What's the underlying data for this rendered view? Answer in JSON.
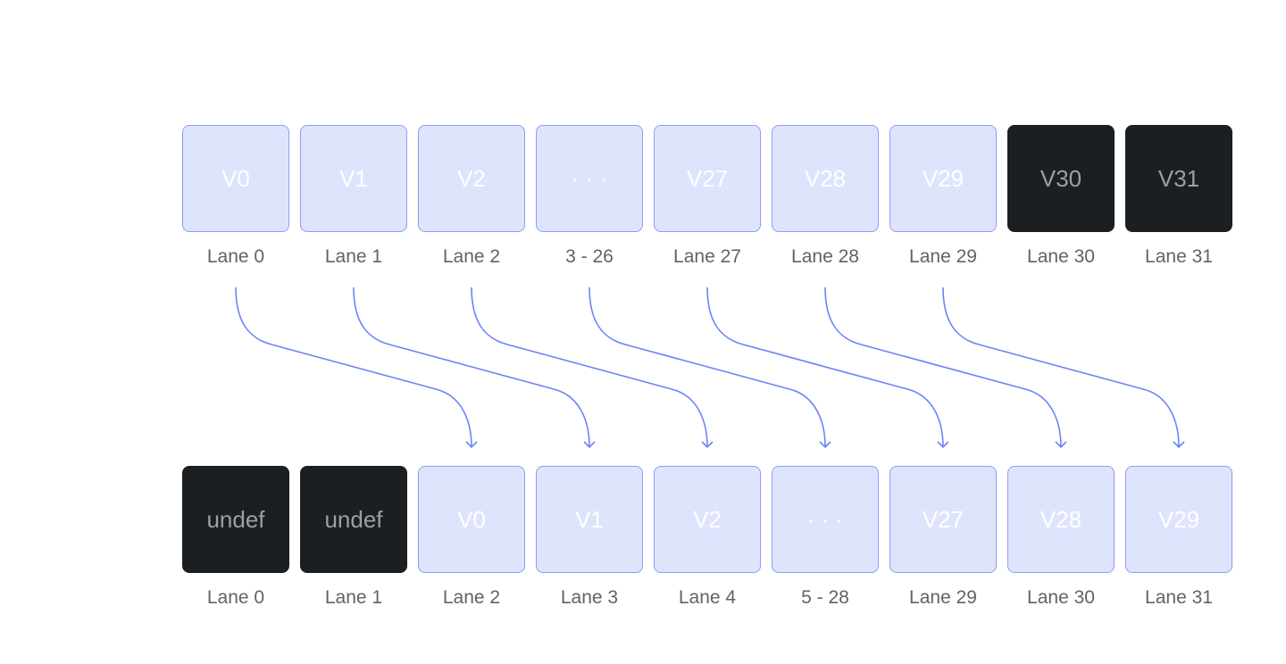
{
  "top_row": [
    {
      "value": "V0",
      "lane": "Lane 0",
      "undefined": false
    },
    {
      "value": "V1",
      "lane": "Lane 1",
      "undefined": false
    },
    {
      "value": "V2",
      "lane": "Lane 2",
      "undefined": false
    },
    {
      "value": "· · ·",
      "lane": "3 - 26",
      "undefined": false
    },
    {
      "value": "V27",
      "lane": "Lane 27",
      "undefined": false
    },
    {
      "value": "V28",
      "lane": "Lane 28",
      "undefined": false
    },
    {
      "value": "V29",
      "lane": "Lane 29",
      "undefined": false
    },
    {
      "value": "V30",
      "lane": "Lane 30",
      "undefined": true
    },
    {
      "value": "V31",
      "lane": "Lane 31",
      "undefined": true
    }
  ],
  "bottom_row": [
    {
      "value": "undef",
      "lane": "Lane 0",
      "undefined": true
    },
    {
      "value": "undef",
      "lane": "Lane 1",
      "undefined": true
    },
    {
      "value": "V0",
      "lane": "Lane 2",
      "undefined": false
    },
    {
      "value": "V1",
      "lane": "Lane 3",
      "undefined": false
    },
    {
      "value": "V2",
      "lane": "Lane 4",
      "undefined": false
    },
    {
      "value": "· · ·",
      "lane": "5 - 28",
      "undefined": false
    },
    {
      "value": "V27",
      "lane": "Lane 29",
      "undefined": false
    },
    {
      "value": "V28",
      "lane": "Lane 30",
      "undefined": false
    },
    {
      "value": "V29",
      "lane": "Lane 31",
      "undefined": false
    }
  ],
  "shift": 2,
  "arrow_count": 7,
  "colors": {
    "arrow": "#6b83f8",
    "box_fill": "#dfe4fd",
    "box_border": "#8c9cf8",
    "dark_fill": "#1b1f22"
  }
}
